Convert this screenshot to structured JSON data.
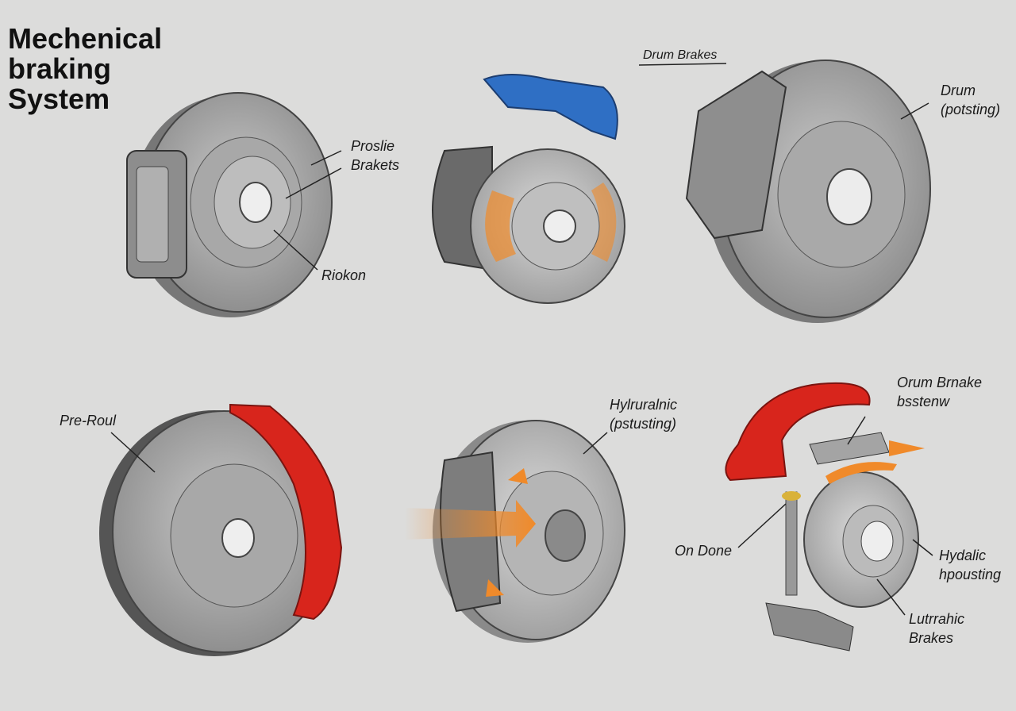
{
  "title": {
    "line1": "Mechenical",
    "line2": "braking",
    "line3": "System"
  },
  "labels": {
    "proslie": {
      "line1": "Proslie",
      "line2": "Brakets"
    },
    "riokon": "Riokon",
    "drum_brakes": "Drum Brakes",
    "drum": {
      "line1": "Drum",
      "line2": "(potsting)"
    },
    "pre_roul": "Pre-Roul",
    "hylruralnic": {
      "line1": "Hylruralnic",
      "line2": "(pstusting)"
    },
    "orum": {
      "line1": "Orum Brnake",
      "line2": "bsstenw"
    },
    "on_done": "On Done",
    "hydalic": {
      "line1": "Hydalic",
      "line2": "hpousting"
    },
    "lutrrahic": {
      "line1": "Lutrrahic",
      "line2": "Brakes"
    }
  },
  "colors": {
    "background": "#dcdcdb",
    "disc": "#9a9a9a",
    "caliper_red": "#d8251c",
    "caliper_blue": "#2f6fc4",
    "heat_orange": "#f08a2a"
  }
}
